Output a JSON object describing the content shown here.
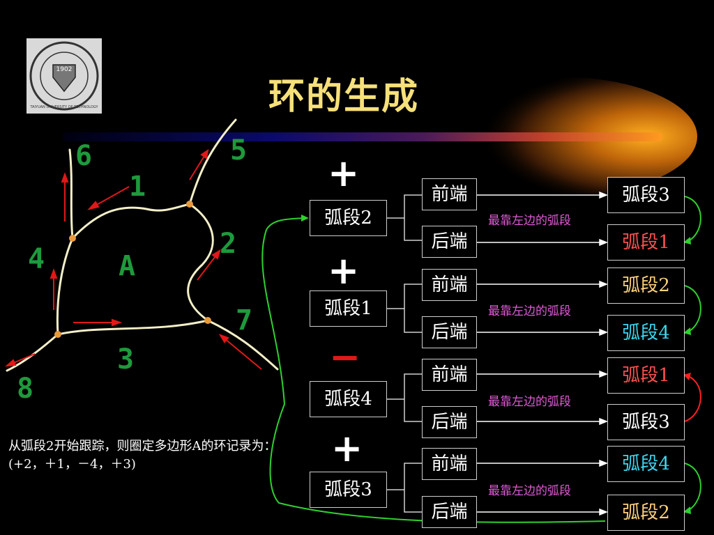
{
  "title": "环的生成",
  "labels": {
    "arc_label_1": "1",
    "arc_label_2": "2",
    "arc_label_3": "3",
    "arc_label_4": "4",
    "arc_label_5": "5",
    "arc_label_6": "6",
    "arc_label_7": "7",
    "arc_label_8": "8",
    "region": "A"
  },
  "logo": {
    "text": "TAIYUAN UNIVERSITY OF TECHNOLOGY",
    "year": "1902"
  },
  "groups": [
    {
      "sign": "+",
      "arc": "弧段2",
      "front": "前端",
      "back": "后端",
      "note": "最靠左边的弧段",
      "front_result": "弧段3",
      "back_result": "弧段1",
      "front_color": "#ffffff",
      "back_color": "#ff5050",
      "link_color": "#2ed12e"
    },
    {
      "sign": "+",
      "arc": "弧段1",
      "front": "前端",
      "back": "后端",
      "note": "最靠左边的弧段",
      "front_result": "弧段2",
      "back_result": "弧段4",
      "front_color": "#ffd27a",
      "back_color": "#3ad7f0",
      "link_color": "#2ed12e"
    },
    {
      "sign": "−",
      "arc": "弧段4",
      "front": "前端",
      "back": "后端",
      "note": "最靠左边的弧段",
      "front_result": "弧段1",
      "back_result": "弧段3",
      "front_color": "#ff5050",
      "back_color": "#ffffff",
      "link_color": "#ff2020"
    },
    {
      "sign": "+",
      "arc": "弧段3",
      "front": "前端",
      "back": "后端",
      "note": "最靠左边的弧段",
      "front_result": "弧段4",
      "back_result": "弧段2",
      "front_color": "#3ad7f0",
      "back_color": "#ffd27a",
      "link_color": "#2ed12e"
    }
  ],
  "caption": "从弧段2开始跟踪，则圈定多边形A的环记录为：(+2，＋1，－4，＋3)",
  "colors": {
    "title": "#f6e07a",
    "arc_line": "#f4efc8",
    "node": "#e79a3c",
    "arrow": "#e01818",
    "loop": "#2ed12e",
    "label": "#1e9a3c"
  }
}
